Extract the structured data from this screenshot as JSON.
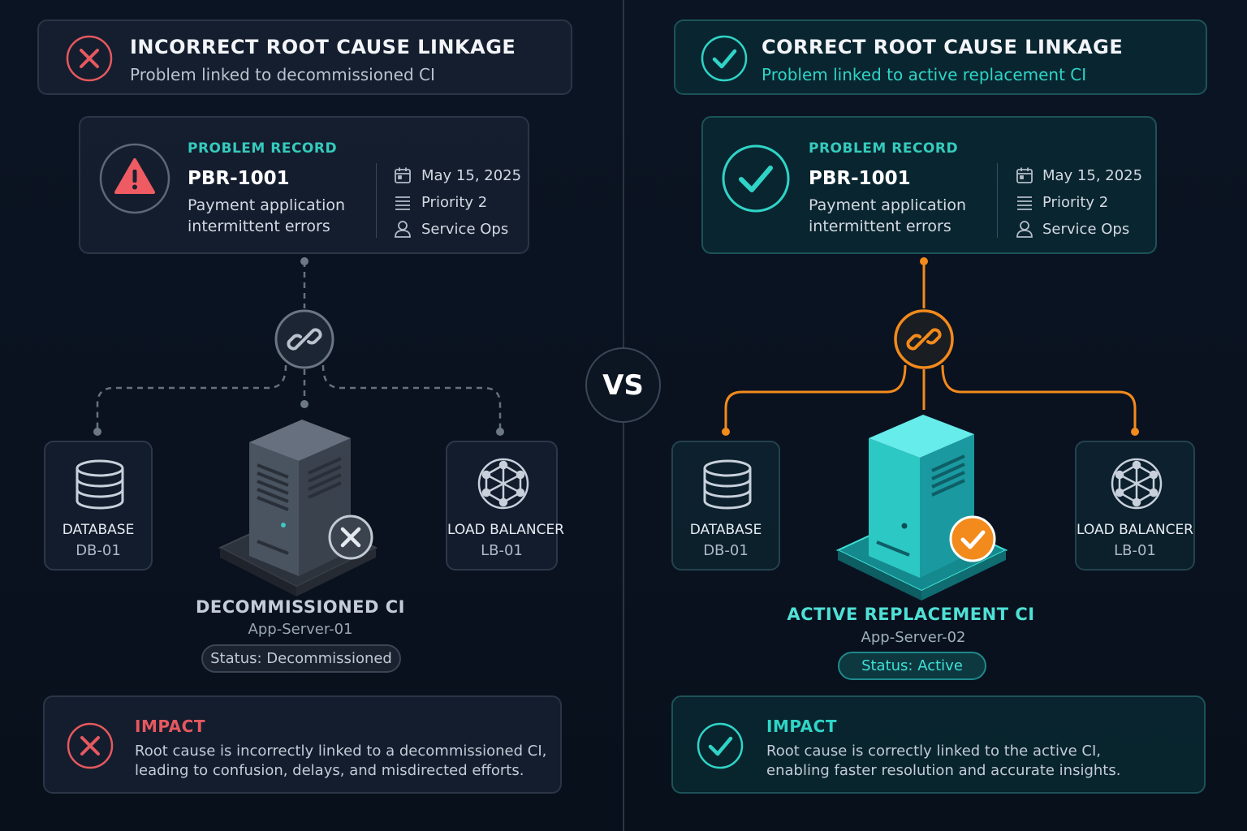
{
  "colors": {
    "bad": "#e5585f",
    "good": "#2fd4c7",
    "orange": "#f38a1c",
    "muted": "#7c8796"
  },
  "vs_label": "VS",
  "left": {
    "header": {
      "title": "INCORRECT ROOT CAUSE LINKAGE",
      "subtitle": "Problem linked to decommissioned CI",
      "icon": "x-icon"
    },
    "problem": {
      "heading": "PROBLEM RECORD",
      "id": "PBR-1001",
      "desc_line1": "Payment application",
      "desc_line2": "intermittent errors",
      "date": "May 15, 2025",
      "priority": "Priority 2",
      "group": "Service Ops",
      "icon": "warning-icon"
    },
    "link_icon": "link-icon",
    "database": {
      "label": "DATABASE",
      "id": "DB-01"
    },
    "load_balancer": {
      "label": "LOAD BALANCER",
      "id": "LB-01"
    },
    "ci": {
      "name": "DECOMMISSIONED CI",
      "id": "App-Server-01",
      "status": "Status: Decommissioned",
      "badge_icon": "x-badge-icon"
    },
    "impact": {
      "heading": "IMPACT",
      "line1": "Root cause is incorrectly linked to a decommissioned CI,",
      "line2": "leading to confusion, delays, and misdirected efforts."
    }
  },
  "right": {
    "header": {
      "title": "CORRECT ROOT CAUSE LINKAGE",
      "subtitle": "Problem linked to active replacement CI",
      "icon": "check-icon"
    },
    "problem": {
      "heading": "PROBLEM RECORD",
      "id": "PBR-1001",
      "desc_line1": "Payment application",
      "desc_line2": "intermittent errors",
      "date": "May 15, 2025",
      "priority": "Priority 2",
      "group": "Service Ops",
      "icon": "check-icon"
    },
    "link_icon": "link-icon",
    "database": {
      "label": "DATABASE",
      "id": "DB-01"
    },
    "load_balancer": {
      "label": "LOAD BALANCER",
      "id": "LB-01"
    },
    "ci": {
      "name": "ACTIVE REPLACEMENT CI",
      "id": "App-Server-02",
      "status": "Status: Active",
      "badge_icon": "check-badge-icon"
    },
    "impact": {
      "heading": "IMPACT",
      "line1": "Root cause is correctly linked to the active CI,",
      "line2": "enabling faster resolution and accurate insights."
    }
  }
}
